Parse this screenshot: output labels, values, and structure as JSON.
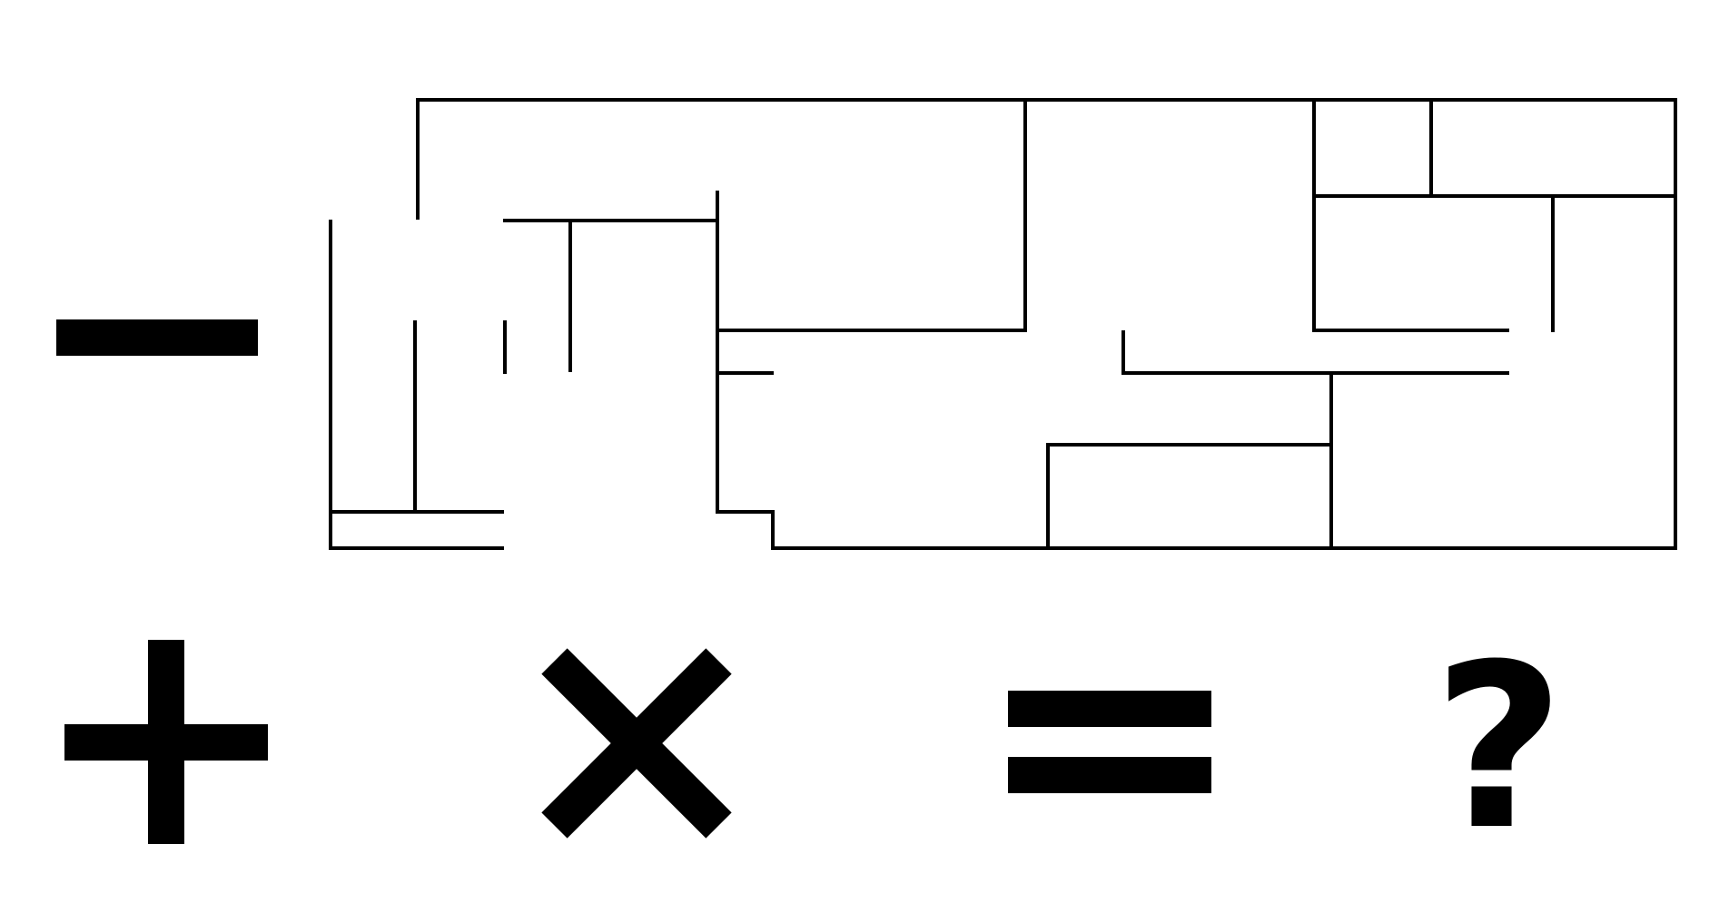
{
  "puzzle": {
    "symbols": {
      "minus": "minus-sign",
      "plus": "plus-sign",
      "times": "multiplication-sign",
      "equals": "equals-sign"
    },
    "question_mark": "?",
    "colors": {
      "ink": "#000000",
      "background": "#ffffff"
    }
  }
}
